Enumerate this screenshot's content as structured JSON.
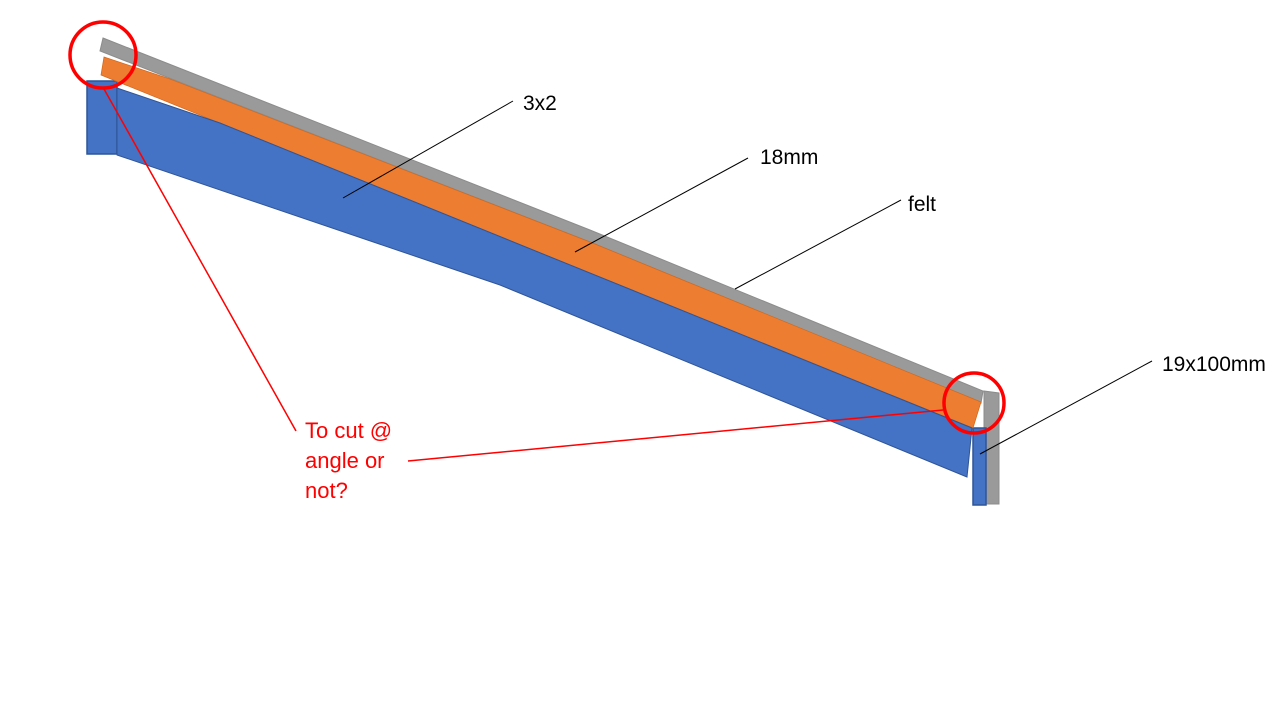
{
  "canvas": {
    "background": "#FFFFFF"
  },
  "labels": {
    "rafter": "3x2",
    "board_thickness": "18mm",
    "felt": "felt",
    "fascia": "19x100mm"
  },
  "annotation": {
    "line1": "To cut @",
    "line2": "angle or",
    "line3": "not?",
    "color": "#FF0000"
  },
  "colors": {
    "timber_blue": "#4472C4",
    "timber_blue_outline": "#2F5597",
    "deck_orange": "#ED7D31",
    "deck_orange_outline": "#D2691E",
    "felt_gray": "#9A9A9A",
    "felt_gray_outline": "#8C8C8C",
    "highlight_red": "#FF0000",
    "leader_black": "#000000"
  }
}
